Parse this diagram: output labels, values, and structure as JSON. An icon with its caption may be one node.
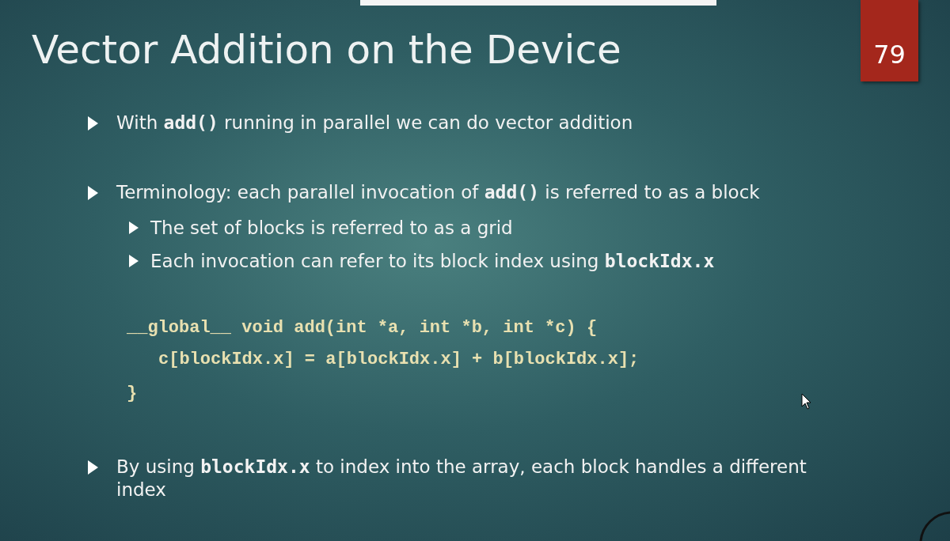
{
  "diagram": {
    "title": "Vector Addition on the Device",
    "labels": [
      "79",
      "With **add()** running in parallel we can do vector addition",
      "Terminology: each parallel invocation of **add()** is referred to as a block",
      "The set of blocks is referred to as a grid",
      "Each invocation can refer to its block index using **blockIdx.x**",
      "__global__ void add(int *a, int *b, int *c) {",
      "c[blockIdx.x] = a[blockIdx.x] + b[blockIdx.x];",
      "}",
      "By using **blockIdx.x** to index into the array, each block handles a different index"
    ]
  }
}
